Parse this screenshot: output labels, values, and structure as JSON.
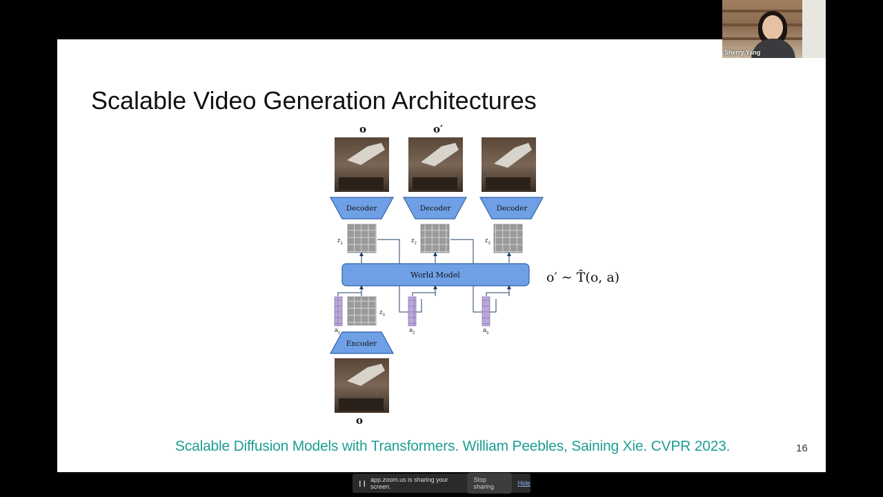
{
  "slide": {
    "title": "Scalable Video Generation Architectures",
    "citation": "Scalable Diffusion Models with Transformers. William Peebles, Saining Xie. CVPR 2023.",
    "page_number": "16",
    "diagram": {
      "top_labels": [
        "o",
        "o′",
        ""
      ],
      "decoder_label": "Decoder",
      "encoder_label": "Encoder",
      "world_model_label": "World Model",
      "latent_labels": [
        "z",
        "z",
        "z"
      ],
      "latent_subscripts": [
        "1",
        "2",
        "3"
      ],
      "initial_latent_label": "z",
      "initial_latent_subscript": "0",
      "action_labels": [
        "a",
        "a",
        "a"
      ],
      "action_subscripts": [
        "1",
        "2",
        "3"
      ],
      "bottom_label": "o",
      "equation": "o′ ∼ T̂(o, a)",
      "colors": {
        "block_fill": "#6fa0e6",
        "block_stroke": "#2f5fa8",
        "latent_fill": "#9a9a9a",
        "action_fill": "#b8a9d9",
        "arrow": "#1f3c66"
      }
    }
  },
  "webcam": {
    "name": "Sherry Yang"
  },
  "share_bar": {
    "text": "app.zoom.us is sharing your screen.",
    "stop_label": "Stop sharing",
    "hide_label": "Hide"
  }
}
